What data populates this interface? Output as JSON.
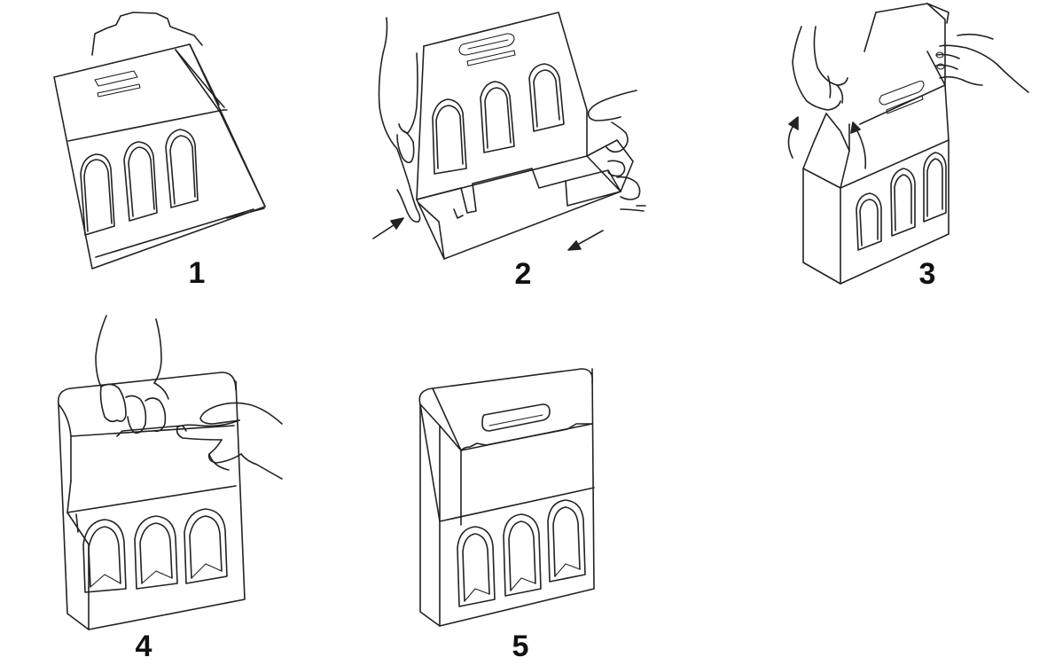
{
  "steps": [
    {
      "number": "1"
    },
    {
      "number": "2"
    },
    {
      "number": "3"
    },
    {
      "number": "4"
    },
    {
      "number": "5"
    }
  ],
  "colors": {
    "line": "#222222",
    "background": "#ffffff",
    "number": "#111111"
  }
}
